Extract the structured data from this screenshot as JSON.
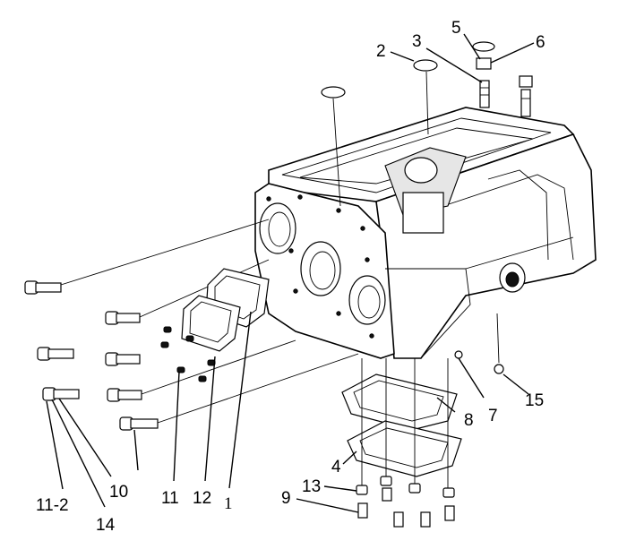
{
  "diagram": {
    "callouts": [
      {
        "id": "c2",
        "text": "2"
      },
      {
        "id": "c3",
        "text": "3"
      },
      {
        "id": "c5",
        "text": "5"
      },
      {
        "id": "c6",
        "text": "6"
      },
      {
        "id": "c4",
        "text": "4"
      },
      {
        "id": "c7",
        "text": "7"
      },
      {
        "id": "c8",
        "text": "8"
      },
      {
        "id": "c15",
        "text": "15"
      },
      {
        "id": "c13",
        "text": "13"
      },
      {
        "id": "c9",
        "text": "9"
      },
      {
        "id": "c11",
        "text": "11"
      },
      {
        "id": "c12",
        "text": "12"
      },
      {
        "id": "c1",
        "text": "1"
      },
      {
        "id": "c10",
        "text": "10"
      },
      {
        "id": "c11_2",
        "text": "11-2"
      },
      {
        "id": "c14",
        "text": "14"
      }
    ]
  }
}
